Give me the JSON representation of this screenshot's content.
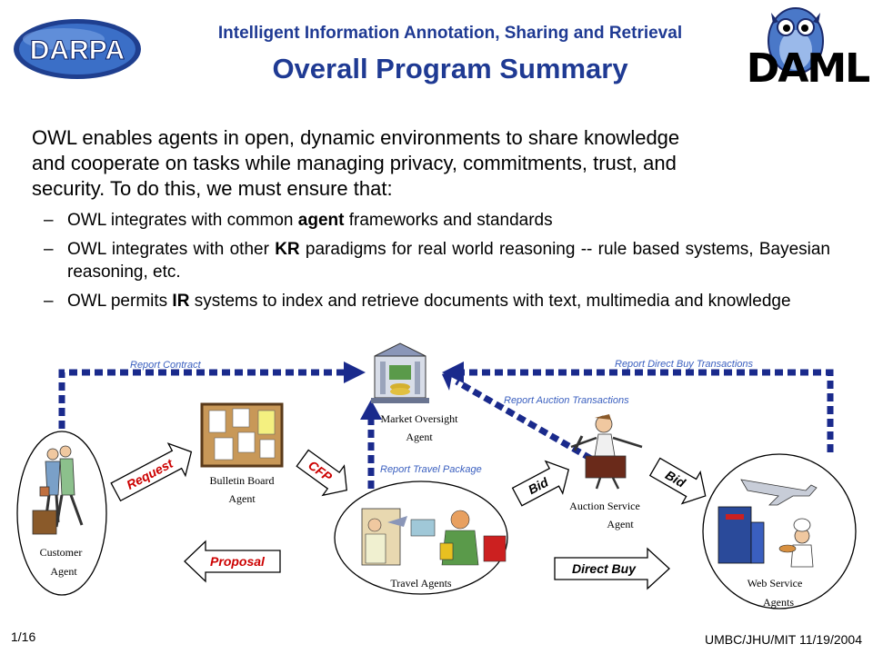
{
  "header": {
    "subtitle": "Intelligent Information Annotation, Sharing and Retrieval",
    "title": "Overall Program Summary",
    "darpa_logo_text": "DARPA",
    "daml_logo_text": "DAML"
  },
  "intro": {
    "line1": "OWL enables agents in open, dynamic environments to share knowledge",
    "line2": "and cooperate on tasks while managing privacy, commitments, trust, and",
    "line3": "security.  To do this, we must ensure that:"
  },
  "bullets": [
    {
      "dash": "–",
      "pre": "OWL integrates with common ",
      "bold": "agent",
      "post": " frameworks and standards"
    },
    {
      "dash": "–",
      "pre": "OWL integrates with other ",
      "bold": "KR",
      "post": " paradigms for real world reasoning -- rule based systems, Bayesian reasoning, etc."
    },
    {
      "dash": "–",
      "pre": "OWL permits ",
      "bold": "IR",
      "post": " systems to index and retrieve documents with text, multimedia and knowledge"
    }
  ],
  "diagram": {
    "agents": {
      "customer": [
        "Customer",
        "Agent"
      ],
      "bulletin": [
        "Bulletin Board",
        "Agent"
      ],
      "market": [
        "Market Oversight",
        "Agent"
      ],
      "travel": "Travel Agents",
      "auction": [
        "Auction Service",
        "Agent"
      ],
      "web": [
        "Web Service",
        "Agents"
      ]
    },
    "flow_labels": {
      "report_contract": "Report Contract",
      "report_direct_buy": "Report Direct Buy Transactions",
      "report_auction": "Report Auction Transactions",
      "report_travel": "Report Travel Package"
    },
    "arrow_labels": {
      "request": "Request",
      "cfp": "CFP",
      "proposal": "Proposal",
      "bid_left": "Bid",
      "bid_right": "Bid",
      "direct_buy": "Direct Buy"
    },
    "colors": {
      "dark_blue": "#1a2a8c",
      "label_blue": "#3a5fbf",
      "red": "#cc0000",
      "title_blue": "#1f3a93"
    }
  },
  "footer": {
    "page": "1/16",
    "credit": "UMBC/JHU/MIT 11/19/2004"
  }
}
